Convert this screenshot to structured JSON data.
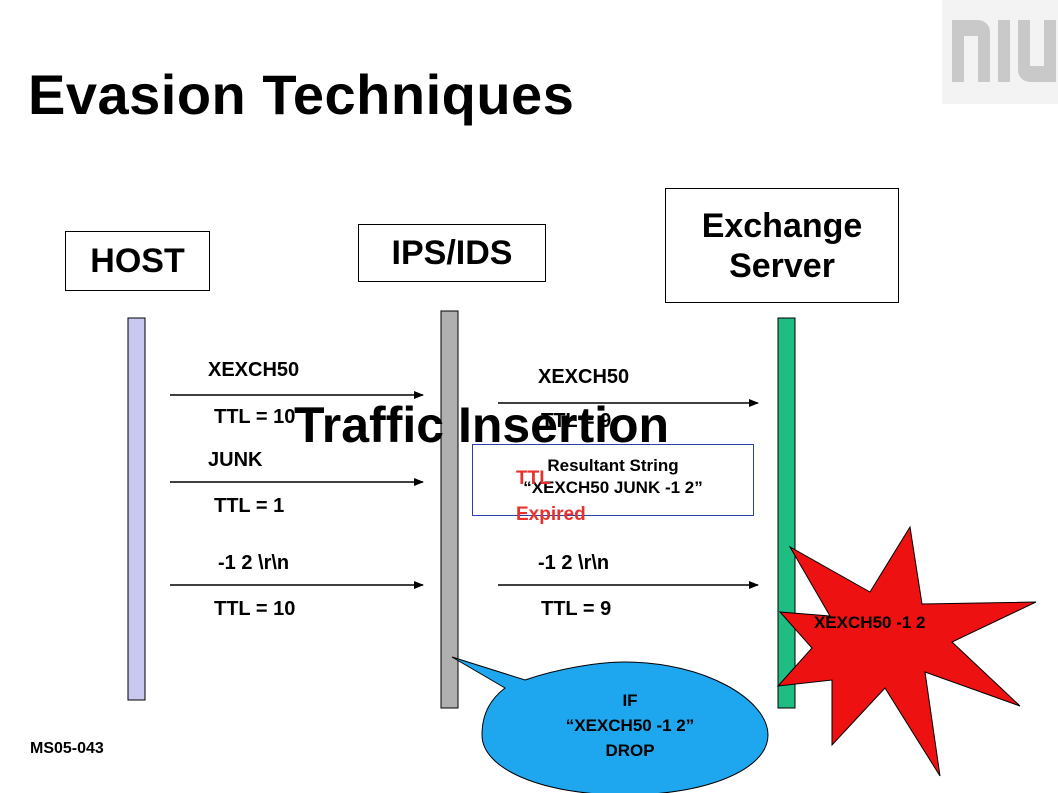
{
  "title": "Evasion Techniques",
  "logo": {
    "text": "nlu"
  },
  "nodes": {
    "host": "HOST",
    "ips": "IPS/IDS",
    "exchange_line1": "Exchange",
    "exchange_line2": "Server"
  },
  "messages": {
    "m1_name": "XEXCH50",
    "m1_ttl": "TTL = 10",
    "m1_fwd_name": "XEXCH50",
    "m1_fwd_ttl": "TTL = 9",
    "m2_name": "JUNK",
    "m2_ttl": "TTL = 1",
    "m3_name": "-1 2 \\r\\n",
    "m3_ttl": "TTL = 10",
    "m3_fwd_name": "-1 2 \\r\\n",
    "m3_fwd_ttl": "TTL = 9"
  },
  "overlay_title": "Traffic Insertion",
  "resultant": {
    "line1": "Resultant String",
    "line2": "“XEXCH50 JUNK -1 2”"
  },
  "ttl_expired": {
    "line1": "TTL",
    "line2": "Expired"
  },
  "burst": {
    "text": "XEXCH50 -1 2",
    "color": "#ee1111"
  },
  "bubble": {
    "line1": "IF",
    "line2": "“XEXCH50 -1 2”",
    "line3": "DROP",
    "color": "#1ea7ee"
  },
  "footer": "MS05-043",
  "colors": {
    "host_bar": "#c8c8f0",
    "ips_bar": "#b0b0b0",
    "exchange_bar": "#1fbd82"
  }
}
